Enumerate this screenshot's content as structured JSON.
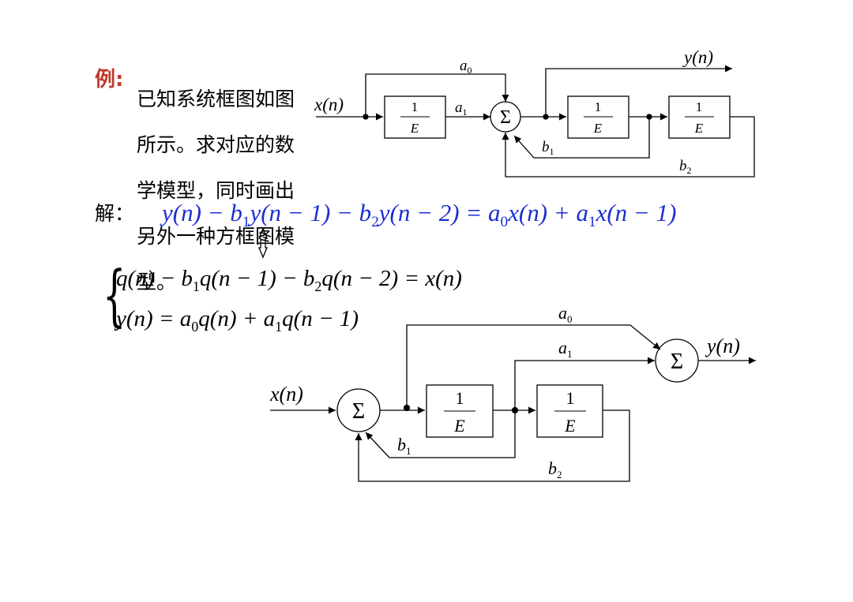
{
  "example_label": "例:",
  "problem_text": "已知系统框图如图所示。求对应的数学模型，同时画出另外一种方框图模型。",
  "problem_lines": [
    "已知系统框图如图",
    "所示。求对应的数",
    "学模型，同时画出",
    "另外一种方框图模",
    "型。"
  ],
  "solution_label": "解：",
  "difference_equation": "y(n) − b1y(n−1) − b2y(n−2) = a0x(n) + a1x(n−1)",
  "equivalence_symbol": "⇕",
  "state_equations": [
    "q(n) − b1q(n−1) − b2q(n−2) = x(n)",
    "y(n) = a0q(n) + a1q(n−1)"
  ],
  "diagram_labels": {
    "input": "x(n)",
    "output": "y(n)",
    "delay_numerator": "1",
    "delay_denominator": "E",
    "sum_symbol": "Σ",
    "a0": "a0",
    "a1": "a1",
    "b1": "b1",
    "b2": "b2"
  }
}
